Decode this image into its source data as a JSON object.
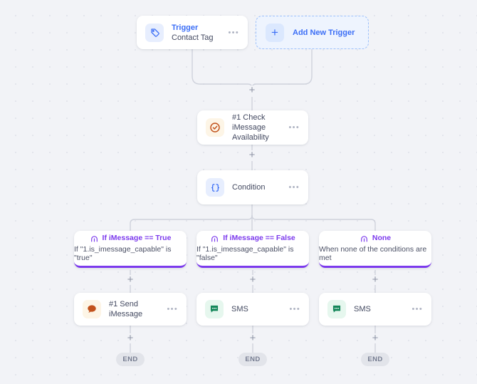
{
  "canvas": {
    "background_color": "#f2f3f7",
    "grid": "dot-grid"
  },
  "colors": {
    "accent_blue": "#3b6ef6",
    "branch_purple": "#7c3aed",
    "icon_orange": "#c2521c",
    "icon_green": "#14875a",
    "wire_gray": "#cfd2dc",
    "end_pill_bg": "#e2e4ea"
  },
  "trigger": {
    "title": "Trigger",
    "subtitle": "Contact Tag",
    "icon": "tag-icon",
    "menu": "•••"
  },
  "add_trigger": {
    "label": "Add New Trigger",
    "icon": "plus-icon"
  },
  "nodes": {
    "check": {
      "title": "#1 Check iMessage",
      "title_line2": "Availability",
      "icon": "check-circle-icon",
      "menu": "•••"
    },
    "condition": {
      "title": "Condition",
      "icon": "braces-icon",
      "menu": "•••"
    }
  },
  "branches": [
    {
      "title": "If iMessage == True",
      "description": "If \"1.is_imessage_capable\" is \"true\"",
      "icon": "branch-fork-icon"
    },
    {
      "title": "If iMessage == False",
      "description": "If \"1.is_imessage_capable\" is \"false\"",
      "icon": "branch-fork-icon"
    },
    {
      "title": "None",
      "description": "When none of the conditions are met",
      "icon": "branch-fork-icon"
    }
  ],
  "actions": [
    {
      "title": "#1 Send iMessage",
      "icon": "imessage-bubble-icon",
      "menu": "•••"
    },
    {
      "title": "SMS",
      "icon": "sms-bubble-icon",
      "menu": "•••"
    },
    {
      "title": "SMS",
      "icon": "sms-bubble-icon",
      "menu": "•••"
    }
  ],
  "ends": [
    {
      "label": "END"
    },
    {
      "label": "END"
    },
    {
      "label": "END"
    }
  ],
  "connectors": {
    "add_step_symbol": "+"
  }
}
